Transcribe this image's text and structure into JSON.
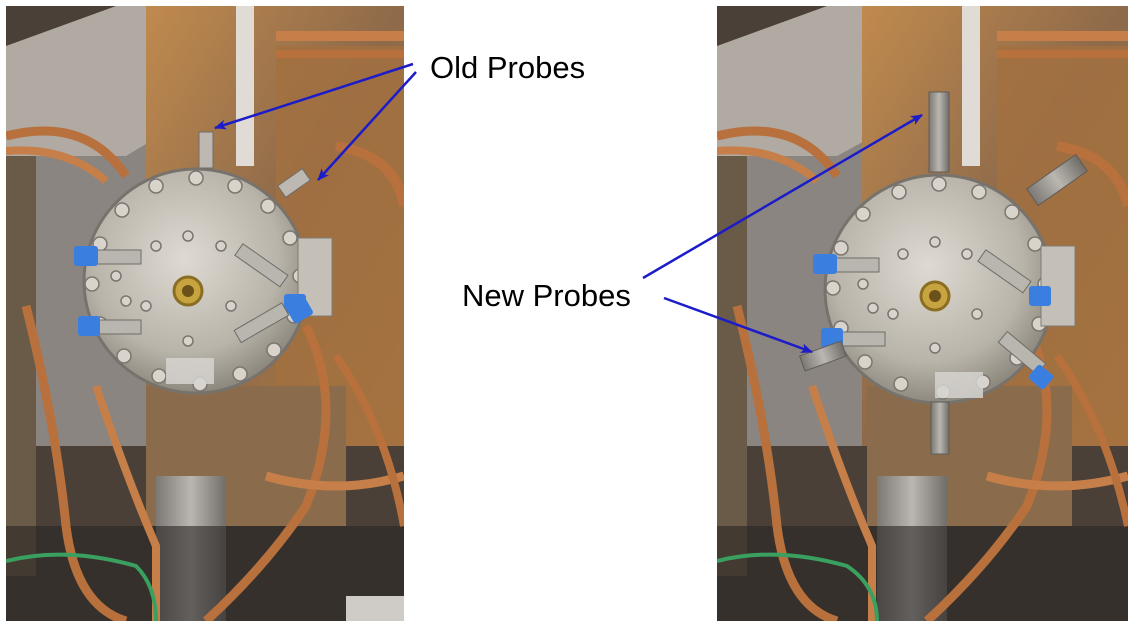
{
  "annotations": {
    "old_probes_label": "Old Probes",
    "new_probes_label": "New Probes",
    "arrow_color": "#1c1cc8"
  },
  "photos": {
    "left": {
      "subject": "vacuum-chamber-flange-with-old-probes"
    },
    "right": {
      "subject": "vacuum-chamber-flange-with-new-probes"
    }
  },
  "colors": {
    "copper": "#b8703c",
    "flange_steel": "#c7c3bb",
    "chamber_bronze": "#9c7446",
    "fitting_blue": "#3a7fe0"
  }
}
